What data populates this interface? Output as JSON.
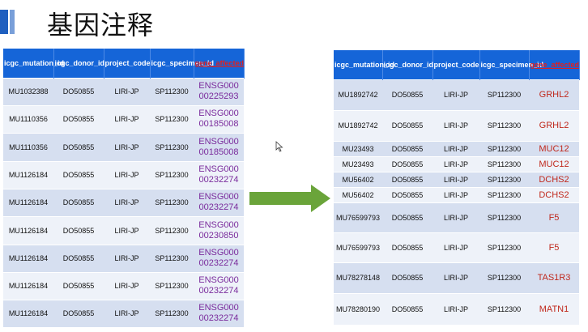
{
  "slide": {
    "title": "基因注释"
  },
  "left_table": {
    "headers": [
      "icgc_mutation_id",
      "icgc_donor_id",
      "project_code",
      "icgc_specimen_id",
      "gene_affected"
    ],
    "rows": [
      [
        "MU1032388",
        "DO50855",
        "LIRI-JP",
        "SP112300",
        "ENSG00000225293"
      ],
      [
        "MU1110356",
        "DO50855",
        "LIRI-JP",
        "SP112300",
        "ENSG00000185008"
      ],
      [
        "MU1110356",
        "DO50855",
        "LIRI-JP",
        "SP112300",
        "ENSG00000185008"
      ],
      [
        "MU1126184",
        "DO50855",
        "LIRI-JP",
        "SP112300",
        "ENSG00000232274"
      ],
      [
        "MU1126184",
        "DO50855",
        "LIRI-JP",
        "SP112300",
        "ENSG00000232274"
      ],
      [
        "MU1126184",
        "DO50855",
        "LIRI-JP",
        "SP112300",
        "ENSG00000230850"
      ],
      [
        "MU1126184",
        "DO50855",
        "LIRI-JP",
        "SP112300",
        "ENSG00000232274"
      ],
      [
        "MU1126184",
        "DO50855",
        "LIRI-JP",
        "SP112300",
        "ENSG00000232274"
      ],
      [
        "MU1126184",
        "DO50855",
        "LIRI-JP",
        "SP112300",
        "ENSG00000232274"
      ]
    ]
  },
  "right_table": {
    "headers": [
      "icgc_mutation_id",
      "icgc_donor_id",
      "project_code",
      "icgc_specimen_id",
      "gene_affected"
    ],
    "rows": [
      [
        "MU1892742",
        "DO50855",
        "LIRI-JP",
        "SP112300",
        "GRHL2"
      ],
      [
        "MU1892742",
        "DO50855",
        "LIRI-JP",
        "SP112300",
        "GRHL2"
      ],
      [
        "MU23493",
        "DO50855",
        "LIRI-JP",
        "SP112300",
        "MUC12"
      ],
      [
        "MU23493",
        "DO50855",
        "LIRI-JP",
        "SP112300",
        "MUC12"
      ],
      [
        "MU56402",
        "DO50855",
        "LIRI-JP",
        "SP112300",
        "DCHS2"
      ],
      [
        "MU56402",
        "DO50855",
        "LIRI-JP",
        "SP112300",
        "DCHS2"
      ],
      [
        "MU76599793",
        "DO50855",
        "LIRI-JP",
        "SP112300",
        "F5"
      ],
      [
        "MU76599793",
        "DO50855",
        "LIRI-JP",
        "SP112300",
        "F5"
      ],
      [
        "MU78278148",
        "DO50855",
        "LIRI-JP",
        "SP112300",
        "TAS1R3"
      ],
      [
        "MU78280190",
        "DO50855",
        "LIRI-JP",
        "SP112300",
        "MATN1"
      ]
    ]
  },
  "colors": {
    "header": "#1565d8",
    "row_odd": "#d6dff0",
    "row_even": "#eef2f9",
    "gene_id": "#7a2b9c",
    "gene_name": "#c0281c",
    "arrow": "#6aa43a"
  },
  "icons": {
    "arrow": "right-arrow-icon",
    "cursor": "mouse-cursor-icon"
  }
}
